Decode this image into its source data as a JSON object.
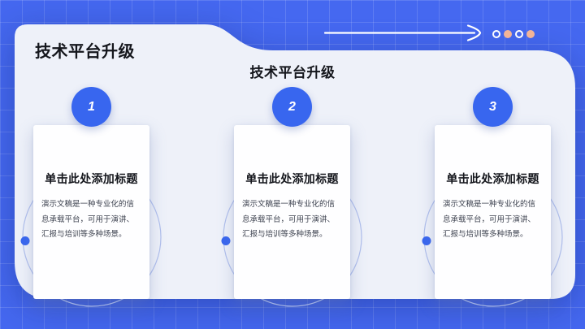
{
  "slide": {
    "tab_title": "技术平台升级",
    "heading": "技术平台升级"
  },
  "columns": [
    {
      "number": "1",
      "card_title": "单击此处添加标题",
      "card_body": "演示文稿是一种专业化的信息承载平台，可用于演讲、汇报与培训等多种场景。"
    },
    {
      "number": "2",
      "card_title": "单击此处添加标题",
      "card_body": "演示文稿是一种专业化的信息承载平台，可用于演讲、汇报与培训等多种场景。"
    },
    {
      "number": "3",
      "card_title": "单击此处添加标题",
      "card_body": "演示文稿是一种专业化的信息承载平台，可用于演讲、汇报与培训等多种场景。"
    }
  ],
  "decor": {
    "arrow": "right-arrow",
    "pagination_dots": [
      "hollow",
      "filled",
      "hollow",
      "filled"
    ]
  },
  "colors": {
    "background": "#4568f0",
    "grid_line": "rgba(255,255,255,0.14)",
    "panel": "#eef1f9",
    "card": "#fefeff",
    "accent_blue": "#3866ef",
    "accent_peach": "#f2b497",
    "ring": "#b0bfec",
    "title_text": "#14161c",
    "body_text": "#3e4350"
  }
}
